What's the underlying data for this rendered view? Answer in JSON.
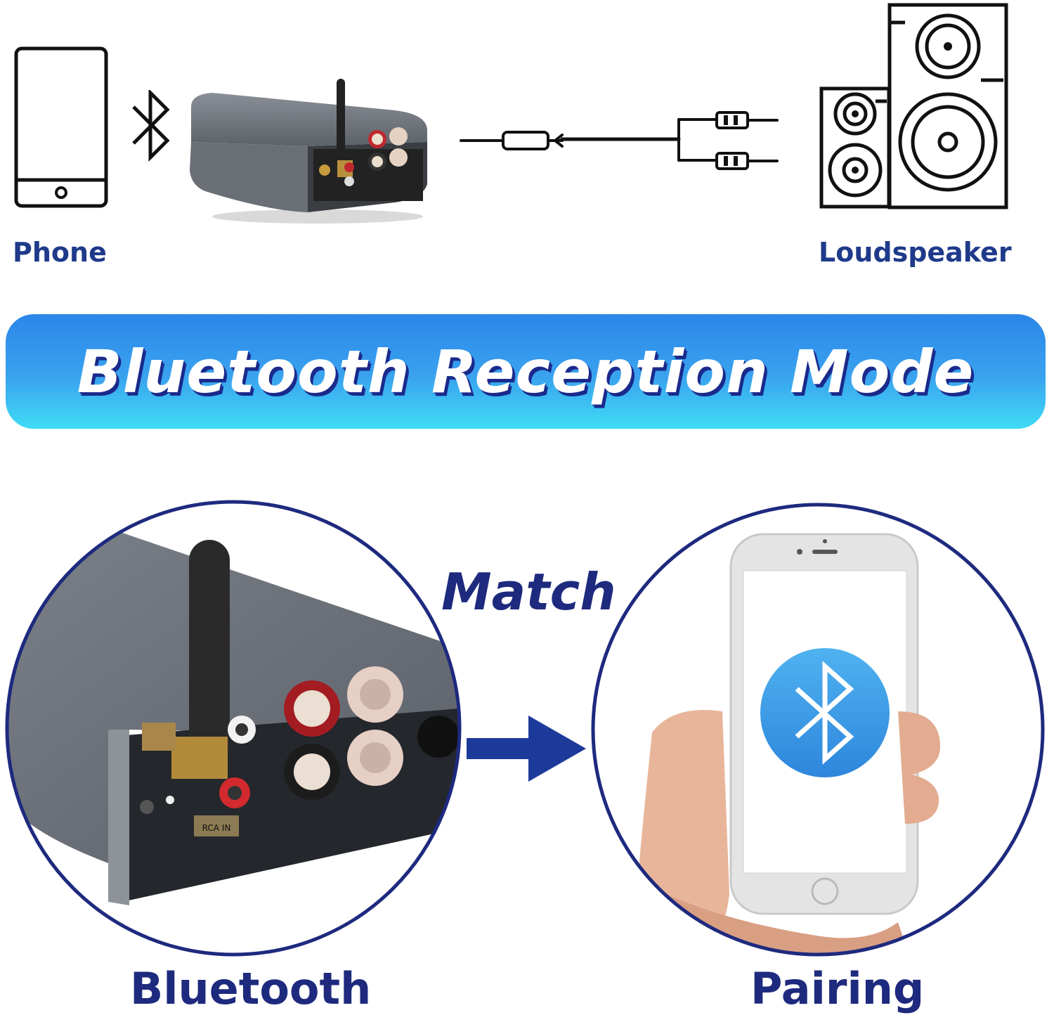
{
  "top_diagram": {
    "phone_label": "Phone",
    "speaker_label": "Loudspeaker"
  },
  "banner": {
    "title": "Bluetooth Reception Mode"
  },
  "bottom_section": {
    "match_text": "Match",
    "left_label": "Bluetooth",
    "right_label": "Pairing",
    "device_panel_text": "RCA IN"
  },
  "colors": {
    "label_blue": "#1f3a8a",
    "banner_top": "#2b86e8",
    "banner_bottom": "#3fdcf5",
    "circle_border": "#1e2a7e",
    "bluetooth_button": "#3b9ae8"
  }
}
